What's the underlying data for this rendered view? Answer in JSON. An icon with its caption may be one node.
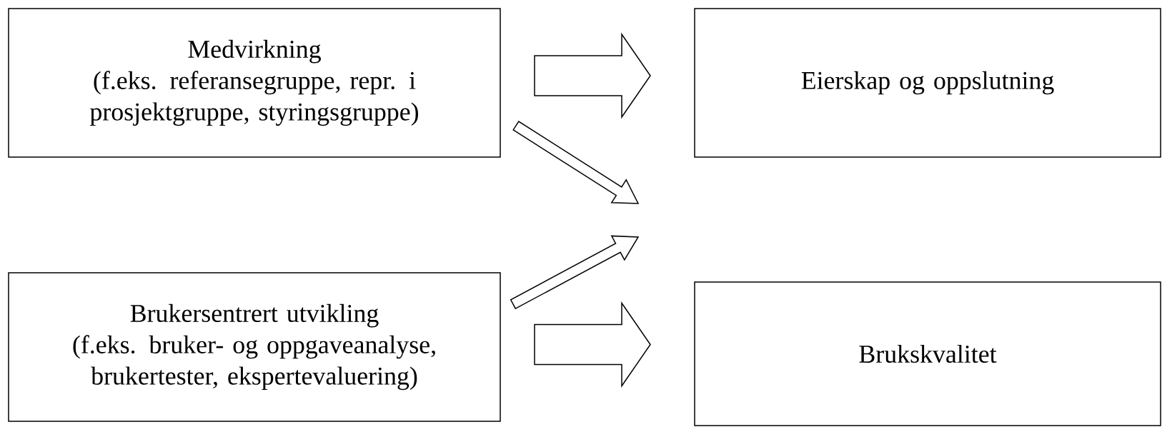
{
  "diagram": {
    "nodes": [
      {
        "text": [
          "Medvirkning",
          "(f.eks. referansegruppe, repr. i prosjektgruppe, styringsgruppe)"
        ]
      },
      {
        "text": [
          "Brukersentrert utvikling",
          "(f.eks. bruker- og oppgaveanalyse, brukertester, ekspertevaluering)"
        ]
      },
      {
        "text": [
          "Eierskap og oppslutning"
        ]
      },
      {
        "text": [
          "Brukskvalitet"
        ]
      }
    ],
    "edges": [
      {
        "from": 0,
        "to": 2,
        "arrow": "to"
      },
      {
        "from": 0,
        "to": null,
        "arrow": "to"
      },
      {
        "from": 1,
        "to": null,
        "arrow": "to"
      },
      {
        "from": 1,
        "to": 3,
        "arrow": "to"
      }
    ]
  }
}
